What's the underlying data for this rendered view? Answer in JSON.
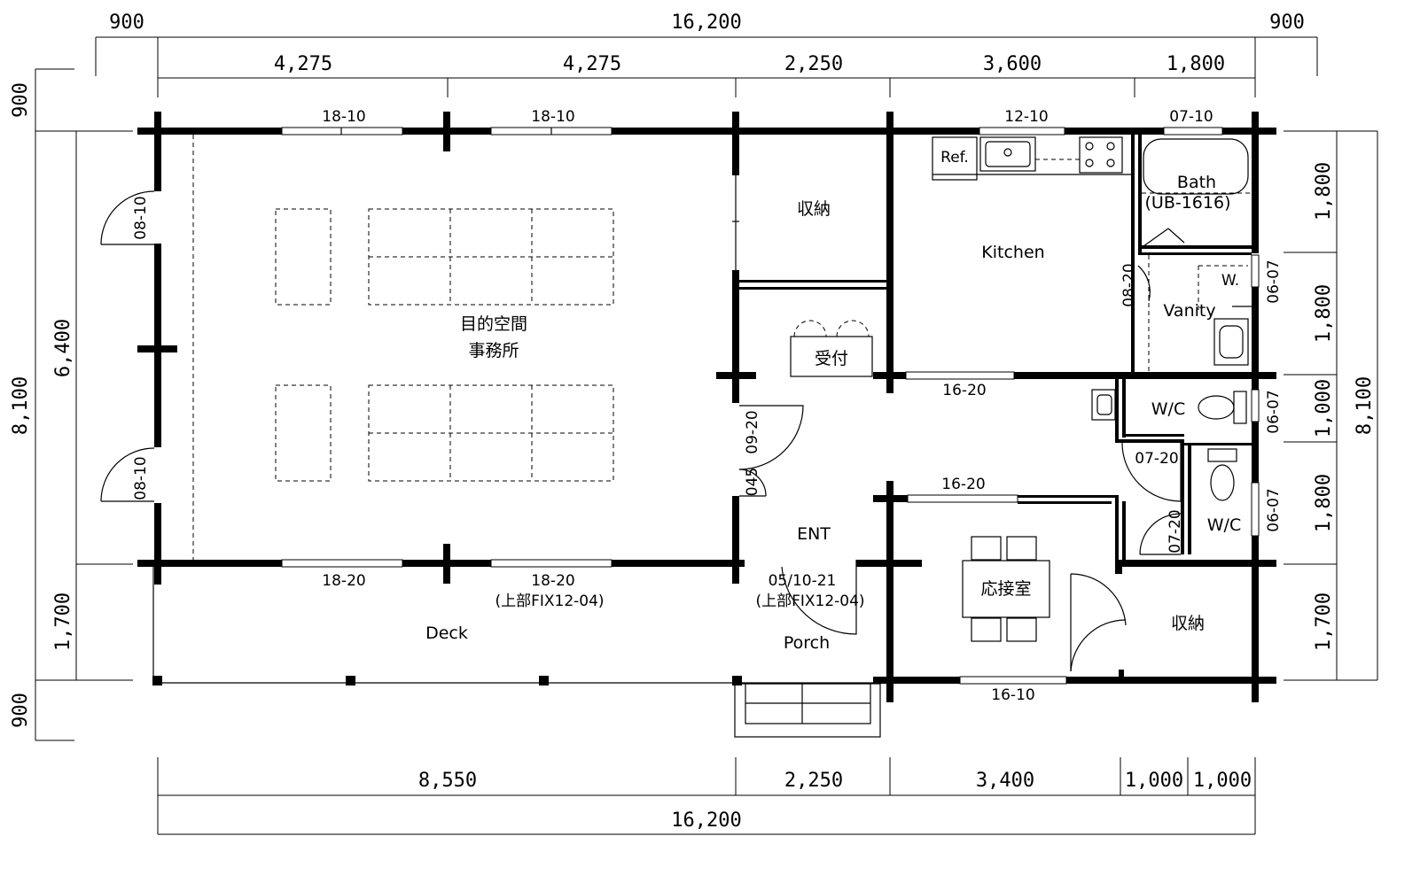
{
  "dimensions": {
    "top_outer": [
      "900",
      "16,200",
      "900"
    ],
    "top_inner": [
      "4,275",
      "4,275",
      "2,250",
      "3,600",
      "1,800"
    ],
    "bottom_inner": [
      "8,550",
      "2,250",
      "3,400",
      "1,000",
      "1,000"
    ],
    "bottom_total": "16,200",
    "left_outer": [
      "900",
      "8,100",
      "900"
    ],
    "left_inner": [
      "6,400",
      "1,700"
    ],
    "right_inner": [
      "1,800",
      "1,800",
      "1,000",
      "1,800",
      "1,700"
    ],
    "right_total": "8,100"
  },
  "rooms": {
    "main_room_line1": "目的空間",
    "main_room_line2": "事務所",
    "storage_top": "収納",
    "reception": "受付",
    "kitchen": "Kitchen",
    "refrigerator": "Ref.",
    "bath_line1": "Bath",
    "bath_line2": "(UB-1616)",
    "washer": "W.",
    "vanity": "Vanity",
    "wc_upper": "W/C",
    "wc_lower": "W/C",
    "entrance": "ENT",
    "drawing_room": "応接室",
    "storage_bottom": "収納",
    "deck": "Deck",
    "porch": "Porch"
  },
  "openings": {
    "top_window_1": "18-10",
    "top_window_2": "18-10",
    "kitchen_window": "12-10",
    "bath_window": "07-10",
    "left_door_top": "08-10",
    "left_door_bottom": "08-10",
    "vanity_door": "08-20",
    "washer_window": "06-07",
    "reception_window": "16-20",
    "wc_window_upper": "06-07",
    "entry_door": "09-20",
    "entry_side": "045",
    "wc_door_upper": "07-20",
    "wc_door_lower": "07-20",
    "wc_window_lower": "06-07",
    "drawing_window": "16-20",
    "deck_window_1": "18-20",
    "deck_window_2": "18-20",
    "deck_window_2_note": "(上部FIX12-04)",
    "ent_door": "05/10-21",
    "ent_door_note": "(上部FIX12-04)",
    "bottom_window": "16-10"
  }
}
